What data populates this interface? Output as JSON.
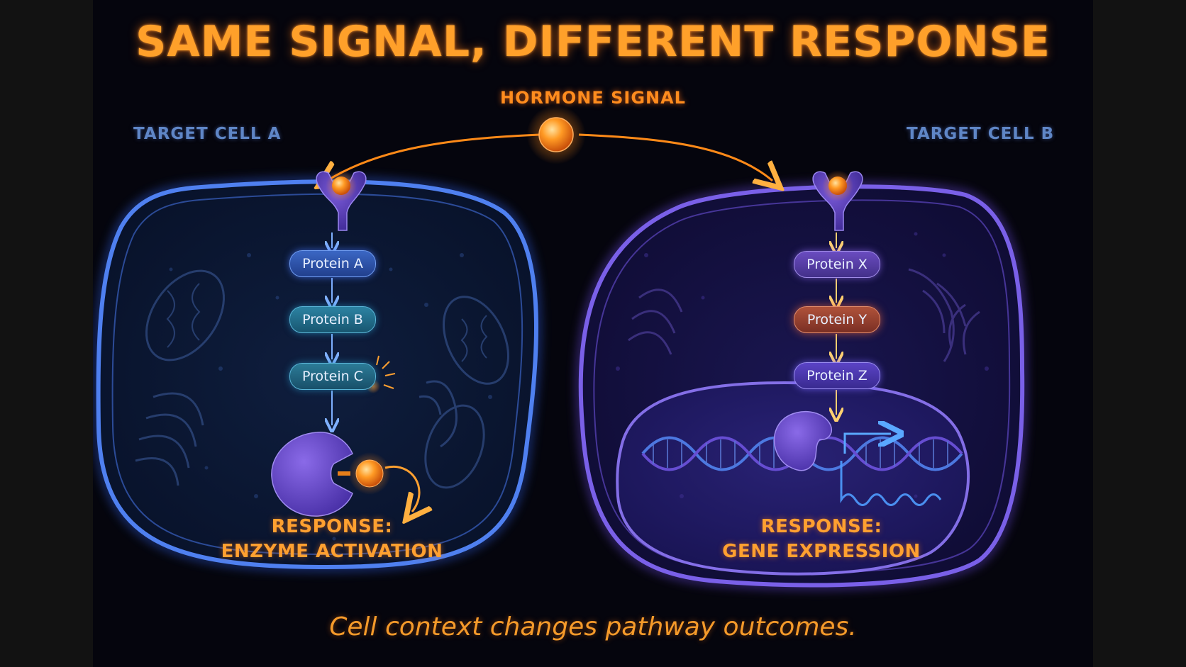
{
  "title": "SAME SIGNAL, DIFFERENT RESPONSE",
  "signal": {
    "label": "HORMONE SIGNAL"
  },
  "cell_a": {
    "label": "TARGET CELL A",
    "proteins": [
      "Protein A",
      "Protein B",
      "Protein C"
    ],
    "response_line1": "RESPONSE:",
    "response_line2": "ENZYME ACTIVATION"
  },
  "cell_b": {
    "label": "TARGET CELL B",
    "proteins": [
      "Protein X",
      "Protein Y",
      "Protein Z"
    ],
    "response_line1": "RESPONSE:",
    "response_line2": "GENE EXPRESSION"
  },
  "caption": "Cell context changes pathway outcomes.",
  "colors": {
    "accent": "#ffa02a",
    "cell_a_membrane": "#3f6fe0",
    "cell_b_membrane": "#6a50d8",
    "hormone": "#ff8a18"
  }
}
